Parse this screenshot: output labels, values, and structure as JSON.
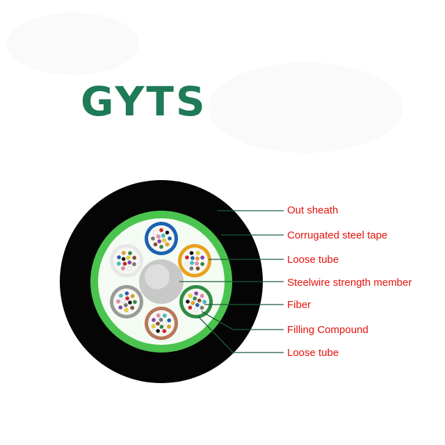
{
  "title": "GYTS",
  "labels": [
    "Out sheath",
    "Corrugated steel tape",
    "Loose tube",
    "Steelwire strength member",
    "Fiber",
    "Filling Compound",
    "Loose tube"
  ],
  "colors": {
    "title": "#1f7a57",
    "label_text": "#e3120b",
    "leader_line": "#1a5c3c",
    "sheath": "#050505",
    "steel_tape": "#4ac44e",
    "filling": "#f4fbf3",
    "strength_member": "#c8c8c8"
  },
  "tubes": [
    {
      "name": "tube-blue",
      "ring": "#1b62b3"
    },
    {
      "name": "tube-orange",
      "ring": "#e8a11c"
    },
    {
      "name": "tube-green",
      "ring": "#2f8c43"
    },
    {
      "name": "tube-brown",
      "ring": "#b8775a"
    },
    {
      "name": "tube-grey",
      "ring": "#9a9a9a"
    },
    {
      "name": "tube-white",
      "ring": "#e7e7e7"
    }
  ]
}
